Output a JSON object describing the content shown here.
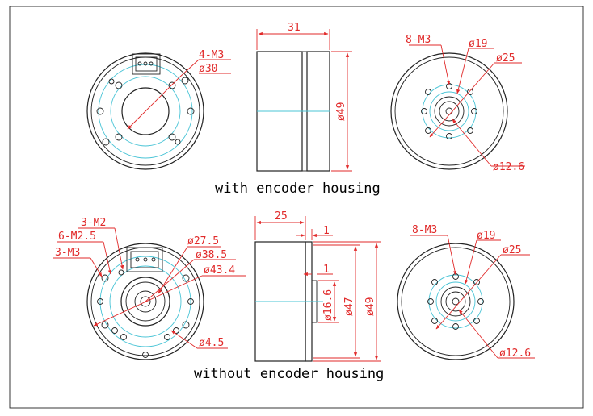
{
  "colors": {
    "outline": "#222222",
    "centerline": "#49c4d6",
    "dimension": "#e12a2a",
    "caption": "#000000"
  },
  "views": {
    "with_encoder": {
      "caption": "with encoder housing",
      "front": {
        "holes": "4-M3",
        "dia_bolt_circle": "ø30"
      },
      "side": {
        "length": "31",
        "diameter": "ø49"
      },
      "rear": {
        "holes": "8-M3",
        "dia_inner": "ø19",
        "dia_outer": "ø25",
        "dia_hub": "ø12.6"
      }
    },
    "without_encoder": {
      "caption": "without encoder housing",
      "front": {
        "holes_a": "3-M2",
        "holes_b": "6-M2.5",
        "holes_c": "3-M3",
        "dia_a": "ø27.5",
        "dia_b": "ø38.5",
        "dia_c": "ø43.4",
        "dia_d": "ø4.5"
      },
      "side": {
        "length": "25",
        "step_a": "1",
        "step_b": "1",
        "dia_shaft": "ø16.6",
        "dia_body": "ø47",
        "dia_outer": "ø49"
      },
      "rear": {
        "holes": "8-M3",
        "dia_inner": "ø19",
        "dia_outer": "ø25",
        "dia_hub": "ø12.6"
      }
    }
  }
}
